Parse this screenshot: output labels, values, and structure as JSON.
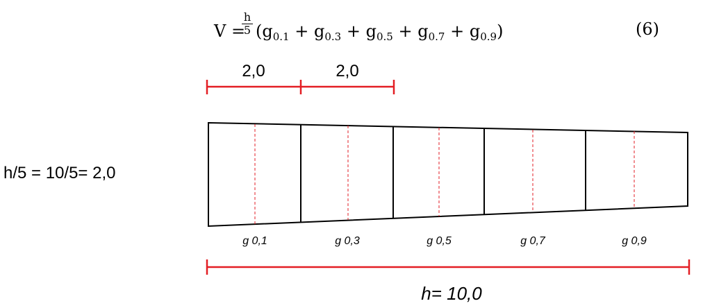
{
  "formula": {
    "lhs": "V =",
    "frac_num": "h",
    "frac_den": "5",
    "open": "(",
    "terms": [
      {
        "base": "g",
        "sub": "0.1"
      },
      {
        "base": "g",
        "sub": "0.3"
      },
      {
        "base": "g",
        "sub": "0.5"
      },
      {
        "base": "g",
        "sub": "0.7"
      },
      {
        "base": "g",
        "sub": "0.9"
      }
    ],
    "plus": "+",
    "close": ")",
    "equation_number": "(6)"
  },
  "left_label": "h/5 = 10/5= 2,0",
  "top_dimensions": [
    "2,0",
    "2,0"
  ],
  "section_labels": [
    "g 0,1",
    "g 0,3",
    "g 0,5",
    "g 0,7",
    "g 0,9"
  ],
  "total_length_label": "h= 10,0",
  "colors": {
    "dimension_line": "#e31e24",
    "outline": "#000000",
    "midline": "#e31e24"
  }
}
